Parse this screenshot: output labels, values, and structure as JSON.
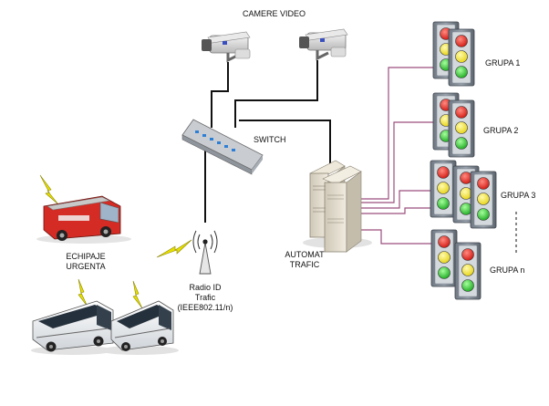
{
  "labels": {
    "cameras": "CAMERE VIDEO",
    "switch": "SWITCH",
    "automat_line1": "AUTOMAT",
    "automat_line2": "TRAFIC",
    "emergency_line1": "ECHIPAJE",
    "emergency_line2": "URGENTA",
    "radio_line1": "Radio ID",
    "radio_line2": "Trafic",
    "radio_line3": "(IEEE802.11/n)",
    "group1": "GRUPA 1",
    "group2": "GRUPA 2",
    "group3": "GRUPA 3",
    "groupn": "GRUPA n"
  },
  "colors": {
    "cable_black": "#111111",
    "cable_magenta": "#9b4d7d",
    "light_red": "#e41b17",
    "light_yellow": "#f2e21b",
    "light_green": "#26c12a",
    "lightning": "#e8e000"
  }
}
